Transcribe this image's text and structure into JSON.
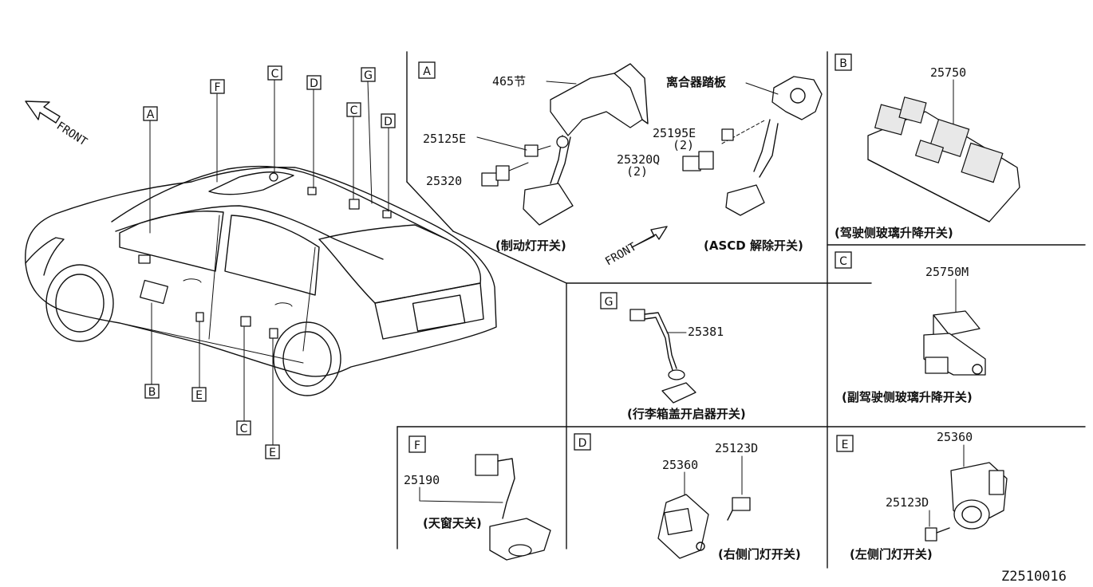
{
  "diagram_code": "Z2510016",
  "front_label": "FRONT",
  "car_callouts": [
    "A",
    "B",
    "C",
    "D",
    "E",
    "F",
    "G",
    "C",
    "C",
    "D",
    "E"
  ],
  "panels": {
    "A": {
      "letter": "A",
      "parts": [
        "465节",
        "25125E",
        "25320",
        "离合器踏板",
        "25195E",
        "25320Q"
      ],
      "qty": "(2)",
      "captions": [
        "(制动灯开关)",
        "(ASCD 解除开关)"
      ]
    },
    "B": {
      "letter": "B",
      "part": "25750",
      "caption": "(驾驶侧玻璃升降开关)"
    },
    "C_upper": {
      "letter": "C",
      "part": "25750M",
      "caption": "(副驾驶侧玻璃升降开关)"
    },
    "G": {
      "letter": "G",
      "part": "25381",
      "caption": "(行李箱盖开启器开关)"
    },
    "F": {
      "letter": "F",
      "part": "25190",
      "caption": "(天窗天关)"
    },
    "D": {
      "letter": "D",
      "parts": [
        "25360",
        "25123D"
      ],
      "caption": "(右侧门灯开关)"
    },
    "E": {
      "letter": "E",
      "parts": [
        "25360",
        "25123D"
      ],
      "caption": "(左侧门灯开关)"
    }
  }
}
